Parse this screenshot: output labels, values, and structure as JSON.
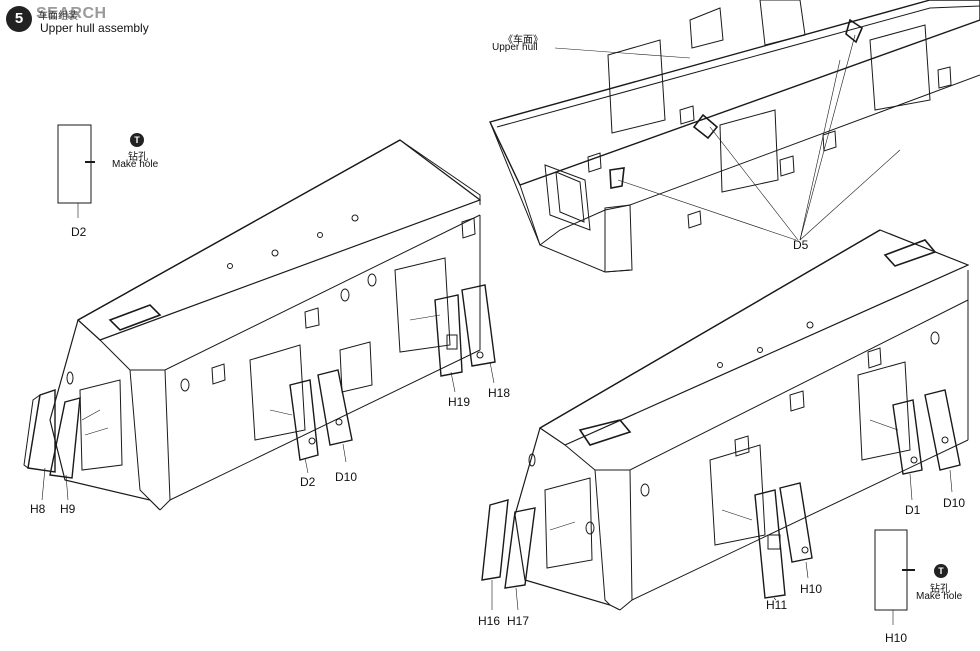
{
  "header": {
    "step_number": "5",
    "watermark": "SEARCH",
    "title_cn": "车面组装",
    "title_en": "Upper hull assembly"
  },
  "notes": {
    "upper_hull_cn": "《车面》",
    "upper_hull_en": "Upper hull",
    "tool_symbol": "T",
    "hole_cn": "钻孔",
    "hole_en": "Make hole"
  },
  "part_labels": {
    "d2_detail": "D2",
    "d5": "D5",
    "h8": "H8",
    "h9": "H9",
    "d2": "D2",
    "d10_left": "D10",
    "h19": "H19",
    "h18": "H18",
    "h16": "H16",
    "h17": "H17",
    "h11": "H11",
    "h10": "H10",
    "d1": "D1",
    "d10_right": "D10",
    "h10_detail": "H10"
  },
  "colors": {
    "line": "#1a1a1a",
    "paper": "#ffffff",
    "badge": "#222222"
  }
}
